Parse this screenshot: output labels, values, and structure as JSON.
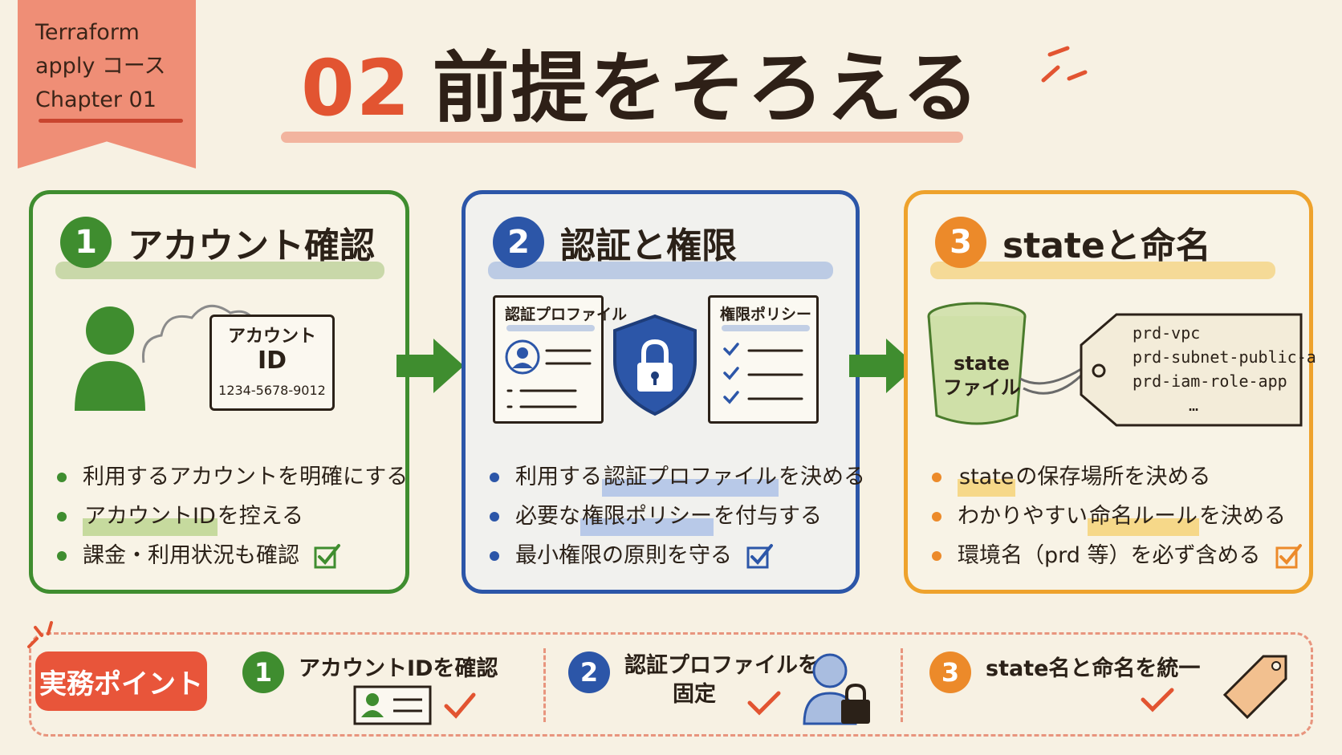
{
  "ribbon": {
    "line1": "Terraform",
    "line2": "apply コース",
    "line3": "Chapter 01"
  },
  "title": {
    "number": "02",
    "text": "前提をそろえる"
  },
  "cards": [
    {
      "number": "1",
      "heading": "アカウント確認",
      "id_card": {
        "label": "アカウント",
        "id": "ID",
        "value": "1234-5678-9012"
      },
      "bullets": [
        {
          "pre": "利用するアカウントを明確にする",
          "mark": "",
          "post": ""
        },
        {
          "pre": "",
          "mark": "アカウントID",
          "post": "を控える"
        },
        {
          "pre": "課金・利用状況も確認",
          "mark": "",
          "post": ""
        }
      ]
    },
    {
      "number": "2",
      "heading": "認証と権限",
      "doc_left": "認証プロファイル",
      "doc_right": "権限ポリシー",
      "bullets": [
        {
          "pre": "利用する",
          "mark": "認証プロファイル",
          "post": "を決める"
        },
        {
          "pre": "必要な",
          "mark": "権限ポリシー",
          "post": "を付与する"
        },
        {
          "pre": "最小権限の原則を守る",
          "mark": "",
          "post": ""
        }
      ]
    },
    {
      "number": "3",
      "heading": "stateと命名",
      "bucket": {
        "line1": "state",
        "line2": "ファイル"
      },
      "tag_items": [
        "prd-vpc",
        "prd-subnet-public-a",
        "prd-iam-role-app",
        "…"
      ],
      "bullets": [
        {
          "pre": "",
          "mark": "state",
          "post": "の保存場所を決める"
        },
        {
          "pre": "わかりやすい",
          "mark": "命名ルール",
          "post": "を決める"
        },
        {
          "pre": "環境名（prd 等）を必ず含める",
          "mark": "",
          "post": ""
        }
      ]
    }
  ],
  "bottom": {
    "pill": "実務ポイント",
    "items": [
      {
        "number": "1",
        "line1": "アカウントIDを確認",
        "line2": ""
      },
      {
        "number": "2",
        "line1": "認証プロファイルを",
        "line2": "固定"
      },
      {
        "number": "3",
        "line1": "state名と命名を統一",
        "line2": ""
      }
    ]
  },
  "colors": {
    "green": "#3f8d2f",
    "blue": "#2c56a8",
    "orange": "#ec8a2a",
    "red": "#e25431"
  }
}
